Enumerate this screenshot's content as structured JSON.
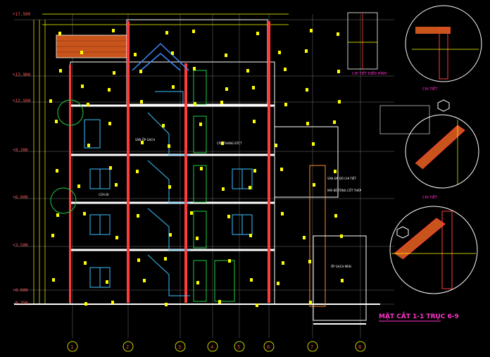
{
  "drawing": {
    "title": "MẶT CẮT 1-1 TRỤC 6-9",
    "background": "#000000",
    "colors": {
      "wall": "#ff3b3b",
      "outline": "#ffffff",
      "stair": "#3cc0ff",
      "dimension": "#ffff00",
      "grid": "#8a8a8a",
      "roof_tile": "#c8541c",
      "detail": "#ff33cc",
      "green": "#22cc44"
    },
    "levels": [
      "+17.500",
      "+13.900",
      "+12.500",
      "+9.200",
      "+6.000",
      "+3.500",
      "+0.000",
      "-0.350"
    ],
    "axes": [
      "1",
      "2",
      "3",
      "4",
      "5",
      "6",
      "7",
      "8"
    ],
    "detail_titles": [
      "CHI TIẾT ĐIỂN HÌNH",
      "CHI TIẾT",
      "CHI TIẾT"
    ],
    "callouts": [
      "SÀN ĐÃ ĐỎ CHI TIẾT",
      "MÁI BÊ TÔNG CỐT THÉP",
      "ỐP GẠCH MEN",
      "CỬA ĐI",
      "SÀN ỐP GẠCH",
      "CẦU THANG BTCT"
    ]
  }
}
